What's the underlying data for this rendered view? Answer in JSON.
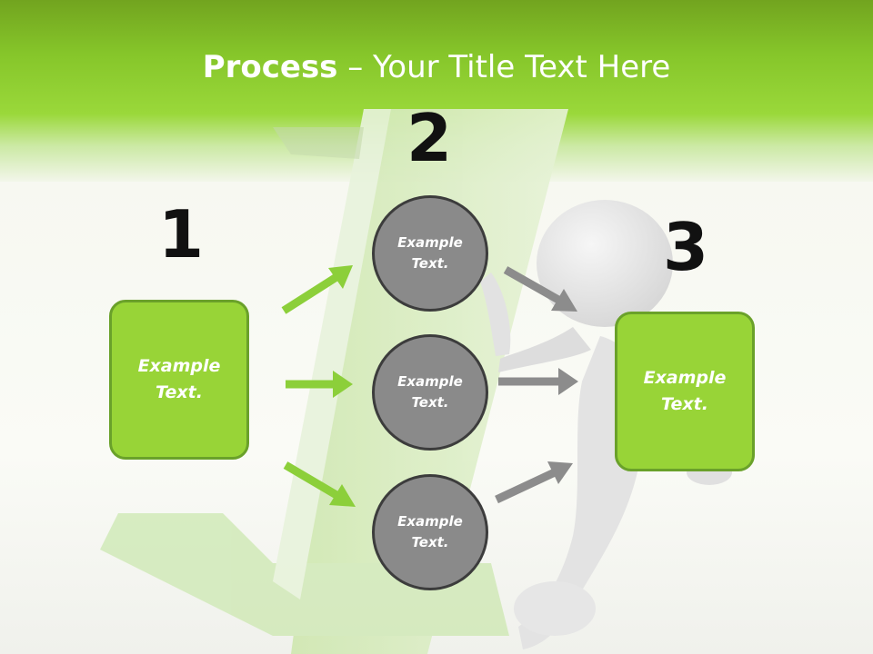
{
  "slide": {
    "title_bold": "Process",
    "title_rest": " – Your Title Text Here",
    "colors": {
      "accent_green": "#98d437",
      "circle_gray": "#8a8a8a",
      "arrow_green": "#8ccf3a",
      "arrow_gray": "#8c8c8c"
    }
  },
  "steps": {
    "step1": {
      "number": "1",
      "text": "Example Text."
    },
    "step2": {
      "number": "2",
      "items": [
        {
          "text": "Example Text."
        },
        {
          "text": "Example Text."
        },
        {
          "text": "Example Text."
        }
      ]
    },
    "step3": {
      "number": "3",
      "text": "Example Text."
    }
  }
}
